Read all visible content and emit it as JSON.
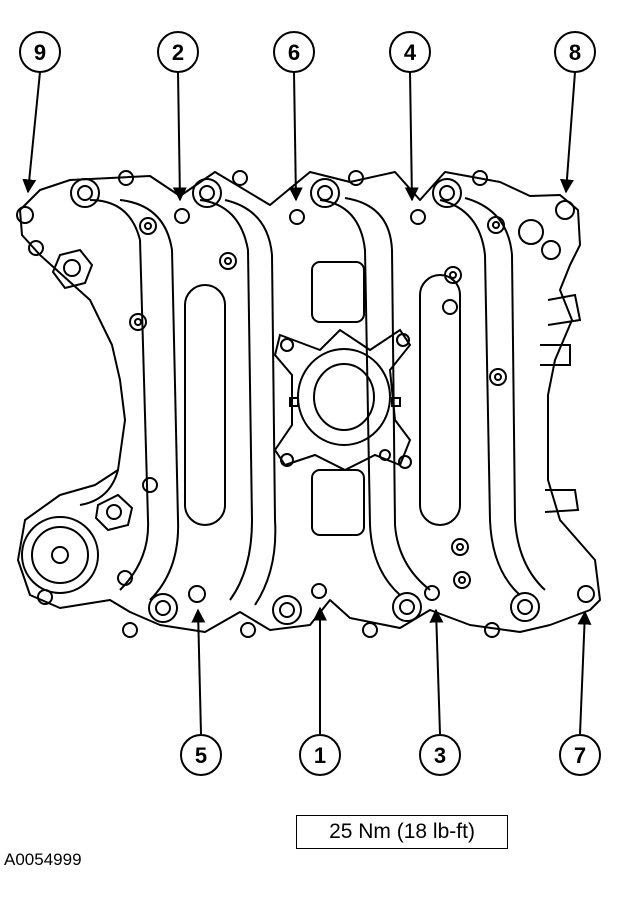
{
  "torque_spec": "25 Nm (18 lb-ft)",
  "reference_code": "A0054999",
  "callouts": [
    {
      "id": "9",
      "label": "9"
    },
    {
      "id": "2",
      "label": "2"
    },
    {
      "id": "6",
      "label": "6"
    },
    {
      "id": "4",
      "label": "4"
    },
    {
      "id": "8",
      "label": "8"
    },
    {
      "id": "5",
      "label": "5"
    },
    {
      "id": "1",
      "label": "1"
    },
    {
      "id": "3",
      "label": "3"
    },
    {
      "id": "7",
      "label": "7"
    }
  ]
}
